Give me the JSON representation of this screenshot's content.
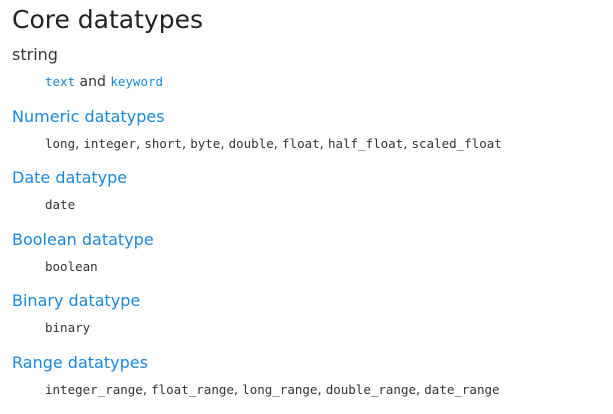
{
  "page_title": "Core datatypes",
  "entries": [
    {
      "term": "string",
      "term_is_link": false,
      "parts": [
        {
          "kind": "code-link",
          "text": "text"
        },
        {
          "kind": "word",
          "text": " and "
        },
        {
          "kind": "code-link",
          "text": "keyword"
        }
      ]
    },
    {
      "term": "Numeric datatypes",
      "term_is_link": true,
      "parts": [
        {
          "kind": "code",
          "text": "long"
        },
        {
          "kind": "sep",
          "text": ", "
        },
        {
          "kind": "code",
          "text": "integer"
        },
        {
          "kind": "sep",
          "text": ", "
        },
        {
          "kind": "code",
          "text": "short"
        },
        {
          "kind": "sep",
          "text": ", "
        },
        {
          "kind": "code",
          "text": "byte"
        },
        {
          "kind": "sep",
          "text": ", "
        },
        {
          "kind": "code",
          "text": "double"
        },
        {
          "kind": "sep",
          "text": ", "
        },
        {
          "kind": "code",
          "text": "float"
        },
        {
          "kind": "sep",
          "text": ", "
        },
        {
          "kind": "code",
          "text": "half_float"
        },
        {
          "kind": "sep",
          "text": ", "
        },
        {
          "kind": "code",
          "text": "scaled_float"
        }
      ]
    },
    {
      "term": "Date datatype",
      "term_is_link": true,
      "parts": [
        {
          "kind": "code",
          "text": "date"
        }
      ]
    },
    {
      "term": "Boolean datatype",
      "term_is_link": true,
      "parts": [
        {
          "kind": "code",
          "text": "boolean"
        }
      ]
    },
    {
      "term": "Binary datatype",
      "term_is_link": true,
      "parts": [
        {
          "kind": "code",
          "text": "binary"
        }
      ]
    },
    {
      "term": "Range datatypes",
      "term_is_link": true,
      "parts": [
        {
          "kind": "code",
          "text": "integer_range"
        },
        {
          "kind": "sep",
          "text": ", "
        },
        {
          "kind": "code",
          "text": "float_range"
        },
        {
          "kind": "sep",
          "text": ", "
        },
        {
          "kind": "code",
          "text": "long_range"
        },
        {
          "kind": "sep",
          "text": ", "
        },
        {
          "kind": "code",
          "text": "double_range"
        },
        {
          "kind": "sep",
          "text": ", "
        },
        {
          "kind": "code",
          "text": "date_range"
        }
      ]
    }
  ],
  "colors": {
    "link": "#1a88d8",
    "heading_text": "#222222",
    "body_text": "#333333",
    "plain_term": "#343741",
    "background": "#ffffff"
  }
}
